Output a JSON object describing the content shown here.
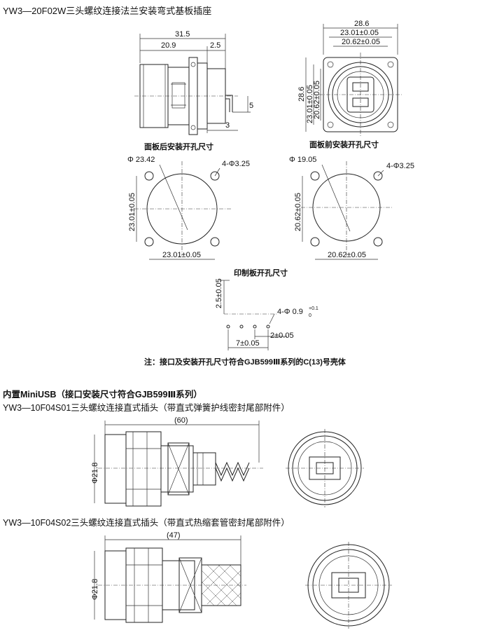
{
  "titles": {
    "s1": "YW3—20F02W三头螺纹连接法兰安装弯式基板插座",
    "s2_main": "内置MiniUSB（接口安装尺寸符合GJB599Ⅲ系列）",
    "s2": "YW3—10F04S01三头螺纹连接直式插头（带直式弹簧护线密封尾部附件）",
    "s3": "YW3—10F04S02三头螺纹连接直式插头（带直式热缩套管密封尾部附件）"
  },
  "captions": {
    "rear_cutout": "面板后安装开孔尺寸",
    "front_cutout": "面板前安装开孔尺寸",
    "pcb_cutout": "印制板开孔尺寸",
    "note": "注：接口及安装开孔尺寸符合GJB599Ⅲ系列的C(13)号壳体"
  },
  "dims": {
    "side_total": "31.5",
    "side_body": "20.9",
    "side_pin": "2.5",
    "side_h5": "5",
    "side_h3": "3",
    "front_w_outer": "28.6",
    "front_w_mid": "23.01±0.05",
    "front_w_inner": "20.62±0.05",
    "front_h_outer": "28.6",
    "front_h_mid": "23.01±0.05",
    "front_h_inner": "20.62±0.05",
    "rear_dia": "Φ 23.42",
    "rear_holes": "4-Φ3.25",
    "rear_v": "23.01±0.05",
    "rear_h": "23.01±0.05",
    "front_dia": "Φ 19.05",
    "front_holes": "4-Φ3.25",
    "front_v": "20.62±0.05",
    "front_h": "20.62±0.05",
    "pcb_v": "2.5±0.05",
    "pcb_holes": "4-Φ 0.9",
    "pcb_tol_up": "+0.1",
    "pcb_tol_dn": "0",
    "pcb_pitch": "2±0.05",
    "pcb_span": "7±0.05",
    "plug1_len": "(60)",
    "plug1_dia": "Φ21.8",
    "plug2_len": "(47)",
    "plug2_dia": "Φ21.8"
  }
}
